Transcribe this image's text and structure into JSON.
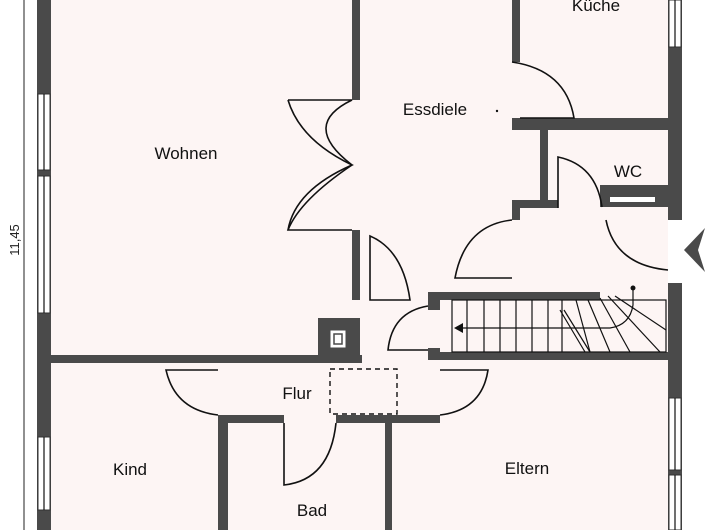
{
  "plan": {
    "dimension_label": "11,45",
    "rooms": {
      "wohnen": "Wohnen",
      "essdiele": "Essdiele",
      "kueche": "Küche",
      "wc": "WC",
      "flur": "Flur",
      "kind": "Kind",
      "bad": "Bad",
      "eltern": "Eltern"
    },
    "colors": {
      "wall": "#4a4a4a",
      "floor": "#fdf5f4"
    }
  }
}
